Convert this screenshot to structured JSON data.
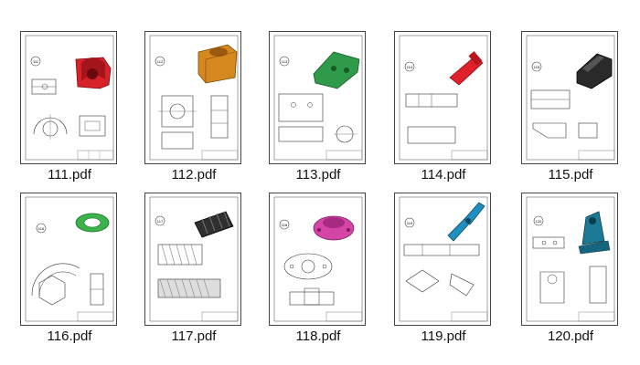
{
  "files": [
    {
      "name": "111.pdf",
      "num": "111",
      "color": "#d8222a",
      "icon": "red-bracket-3d-icon"
    },
    {
      "name": "112.pdf",
      "num": "112",
      "color": "#d4881e",
      "icon": "orange-housing-3d-icon"
    },
    {
      "name": "113.pdf",
      "num": "113",
      "color": "#2f9a4a",
      "icon": "green-plate-3d-icon"
    },
    {
      "name": "114.pdf",
      "num": "114",
      "color": "#e0202a",
      "icon": "red-shaft-3d-icon"
    },
    {
      "name": "115.pdf",
      "num": "115",
      "color": "#2a2a2a",
      "icon": "black-block-3d-icon"
    },
    {
      "name": "116.pdf",
      "num": "116",
      "color": "#3ab34a",
      "icon": "green-ring-3d-icon"
    },
    {
      "name": "117.pdf",
      "num": "117",
      "color": "#303030",
      "icon": "black-screw-3d-icon"
    },
    {
      "name": "118.pdf",
      "num": "118",
      "color": "#d545a8",
      "icon": "pink-flange-3d-icon"
    },
    {
      "name": "119.pdf",
      "num": "119",
      "color": "#1f8fc2",
      "icon": "blue-linkage-3d-icon"
    },
    {
      "name": "120.pdf",
      "num": "120",
      "color": "#1a7a96",
      "icon": "teal-support-3d-icon"
    }
  ]
}
